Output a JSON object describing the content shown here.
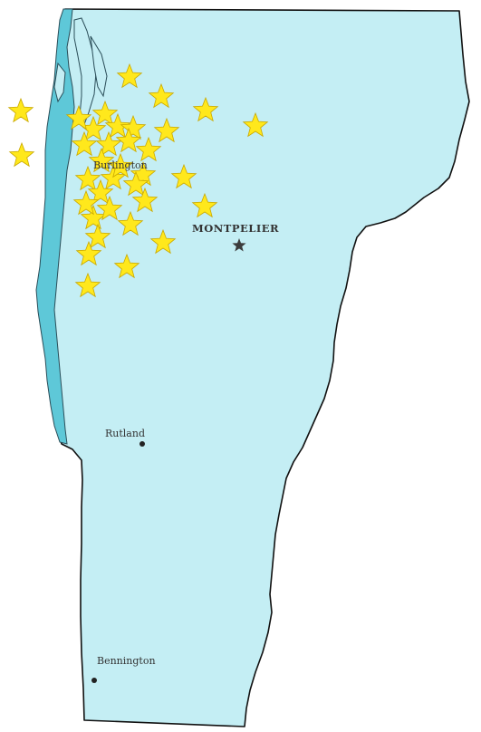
{
  "map": {
    "colors": {
      "land": "#c4eef4",
      "lake": "#5ec8d8",
      "border": "#111111",
      "site_star": "#ffe81c",
      "capital_star": "#3c3c3c"
    },
    "capital": {
      "name": "MONTPELIER",
      "icon": "capital-star-icon"
    },
    "cities": [
      {
        "id": "burlington",
        "name": "Burlington",
        "icon": "city-label-only"
      },
      {
        "id": "rutland",
        "name": "Rutland",
        "icon": "city-dot-icon"
      },
      {
        "id": "bennington",
        "name": "Bennington",
        "icon": "city-dot-icon"
      }
    ],
    "site_markers": {
      "icon": "yellow-star-icon",
      "count": 35
    }
  }
}
